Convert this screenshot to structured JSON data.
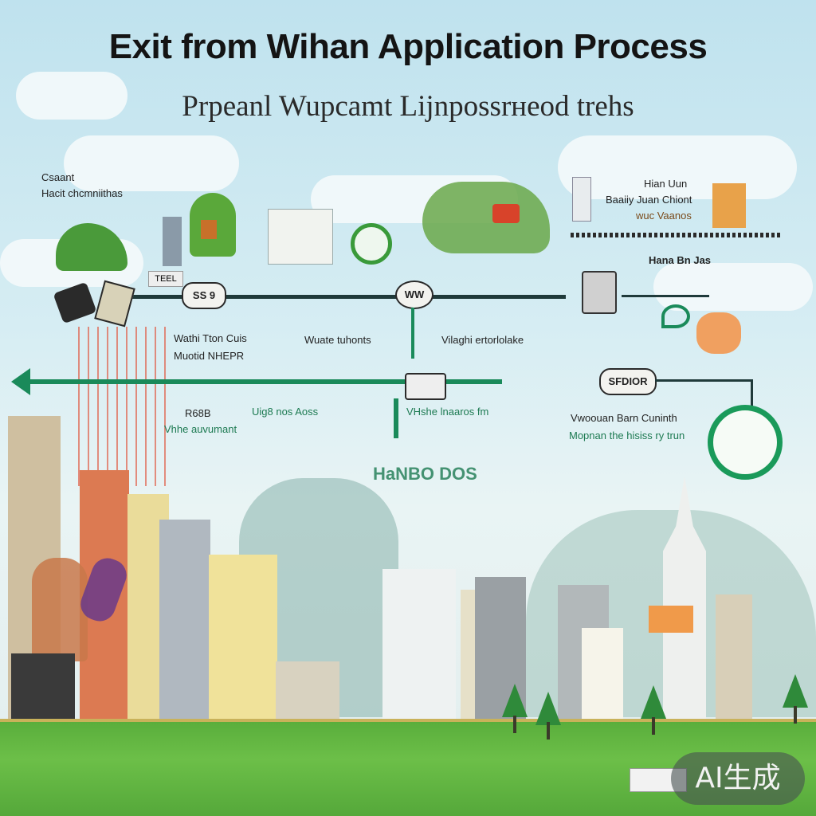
{
  "header": {
    "title": "Exit from Wihan Application Process",
    "subtitle": "Prpeanl Wupcamt Lijnpossrнeod trehs"
  },
  "labels": {
    "top_left": [
      "Csaant",
      "Hacit chcmniithas"
    ],
    "top_right": [
      "Hian Uun",
      "Baaiiy Juan Chiont",
      "wuc Vaanos"
    ],
    "right_mid": "Hana Bn Jas",
    "mid_left": [
      "Wathi Tton Cuis",
      "Muotid NHEPR"
    ],
    "mid_center": "Wuate tuhonts",
    "mid_center_right": "Vilaghi ertorlolake",
    "lower_left": [
      "R68B",
      "Vhhe auvumant"
    ],
    "lower_center": "Uig8 nos Aoss",
    "lower_mid_right": "VHshe lnaaros fm",
    "right_lower": [
      "Vwoouan Barn Cuninth",
      "Mopnan the hisiss ry trun"
    ],
    "bottom_center": "HaNBO DOS"
  },
  "steps": {
    "badge_1": "SS 9",
    "badge_2": "WW",
    "badge_3": "SFDIOR",
    "tag_left": "TEEL"
  },
  "watermark": "AI生成",
  "colors": {
    "accent_green": "#1a8a5a",
    "line_dark": "#1f3a3a",
    "sky": "#cfe8f1",
    "grass": "#5aae3c"
  }
}
